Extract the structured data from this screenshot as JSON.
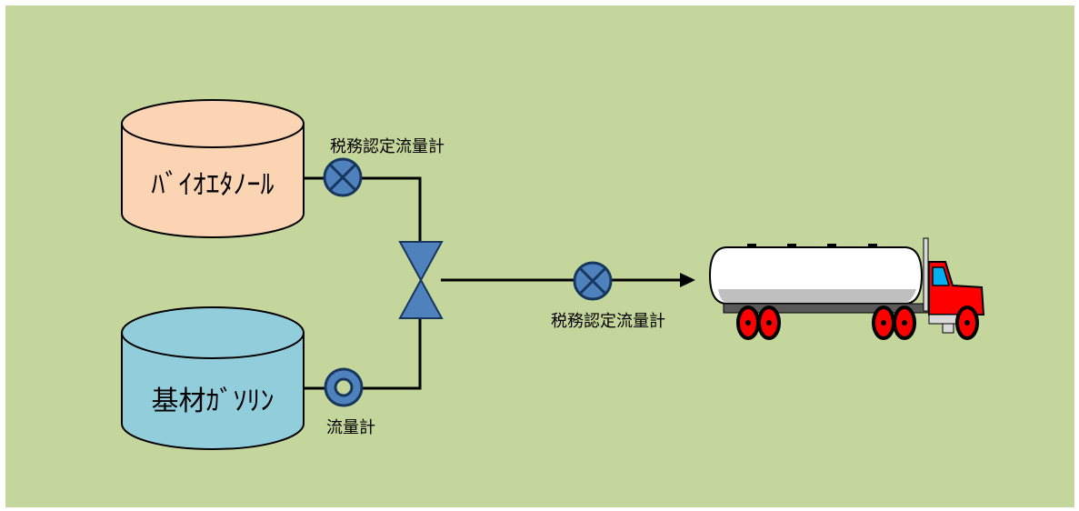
{
  "colors": {
    "background": "#c4d69b",
    "ethanol_tank": "#fbd4b4",
    "gasoline_tank": "#92cddc",
    "meter_fill": "#4f81bd",
    "meter_stroke": "#17375e",
    "pipe": "#000000",
    "truck_cab": "#ff0000",
    "truck_window": "#00b0f0"
  },
  "tanks": {
    "ethanol_label": "ﾊﾞｲｵｴﾀﾉｰﾙ",
    "gasoline_label": "基材ｶﾞｿﾘﾝ"
  },
  "meters": {
    "ethanol_meter_label": "税務認定流量計",
    "gasoline_meter_label": "流量計",
    "output_meter_label": "税務認定流量計"
  },
  "icons": {
    "ethanol_meter": "crossed-circle-flowmeter-icon",
    "gasoline_meter": "ring-flowmeter-icon",
    "output_meter": "crossed-circle-flowmeter-icon",
    "mixing_valve": "three-way-valve-icon",
    "truck": "tanker-truck-icon"
  }
}
